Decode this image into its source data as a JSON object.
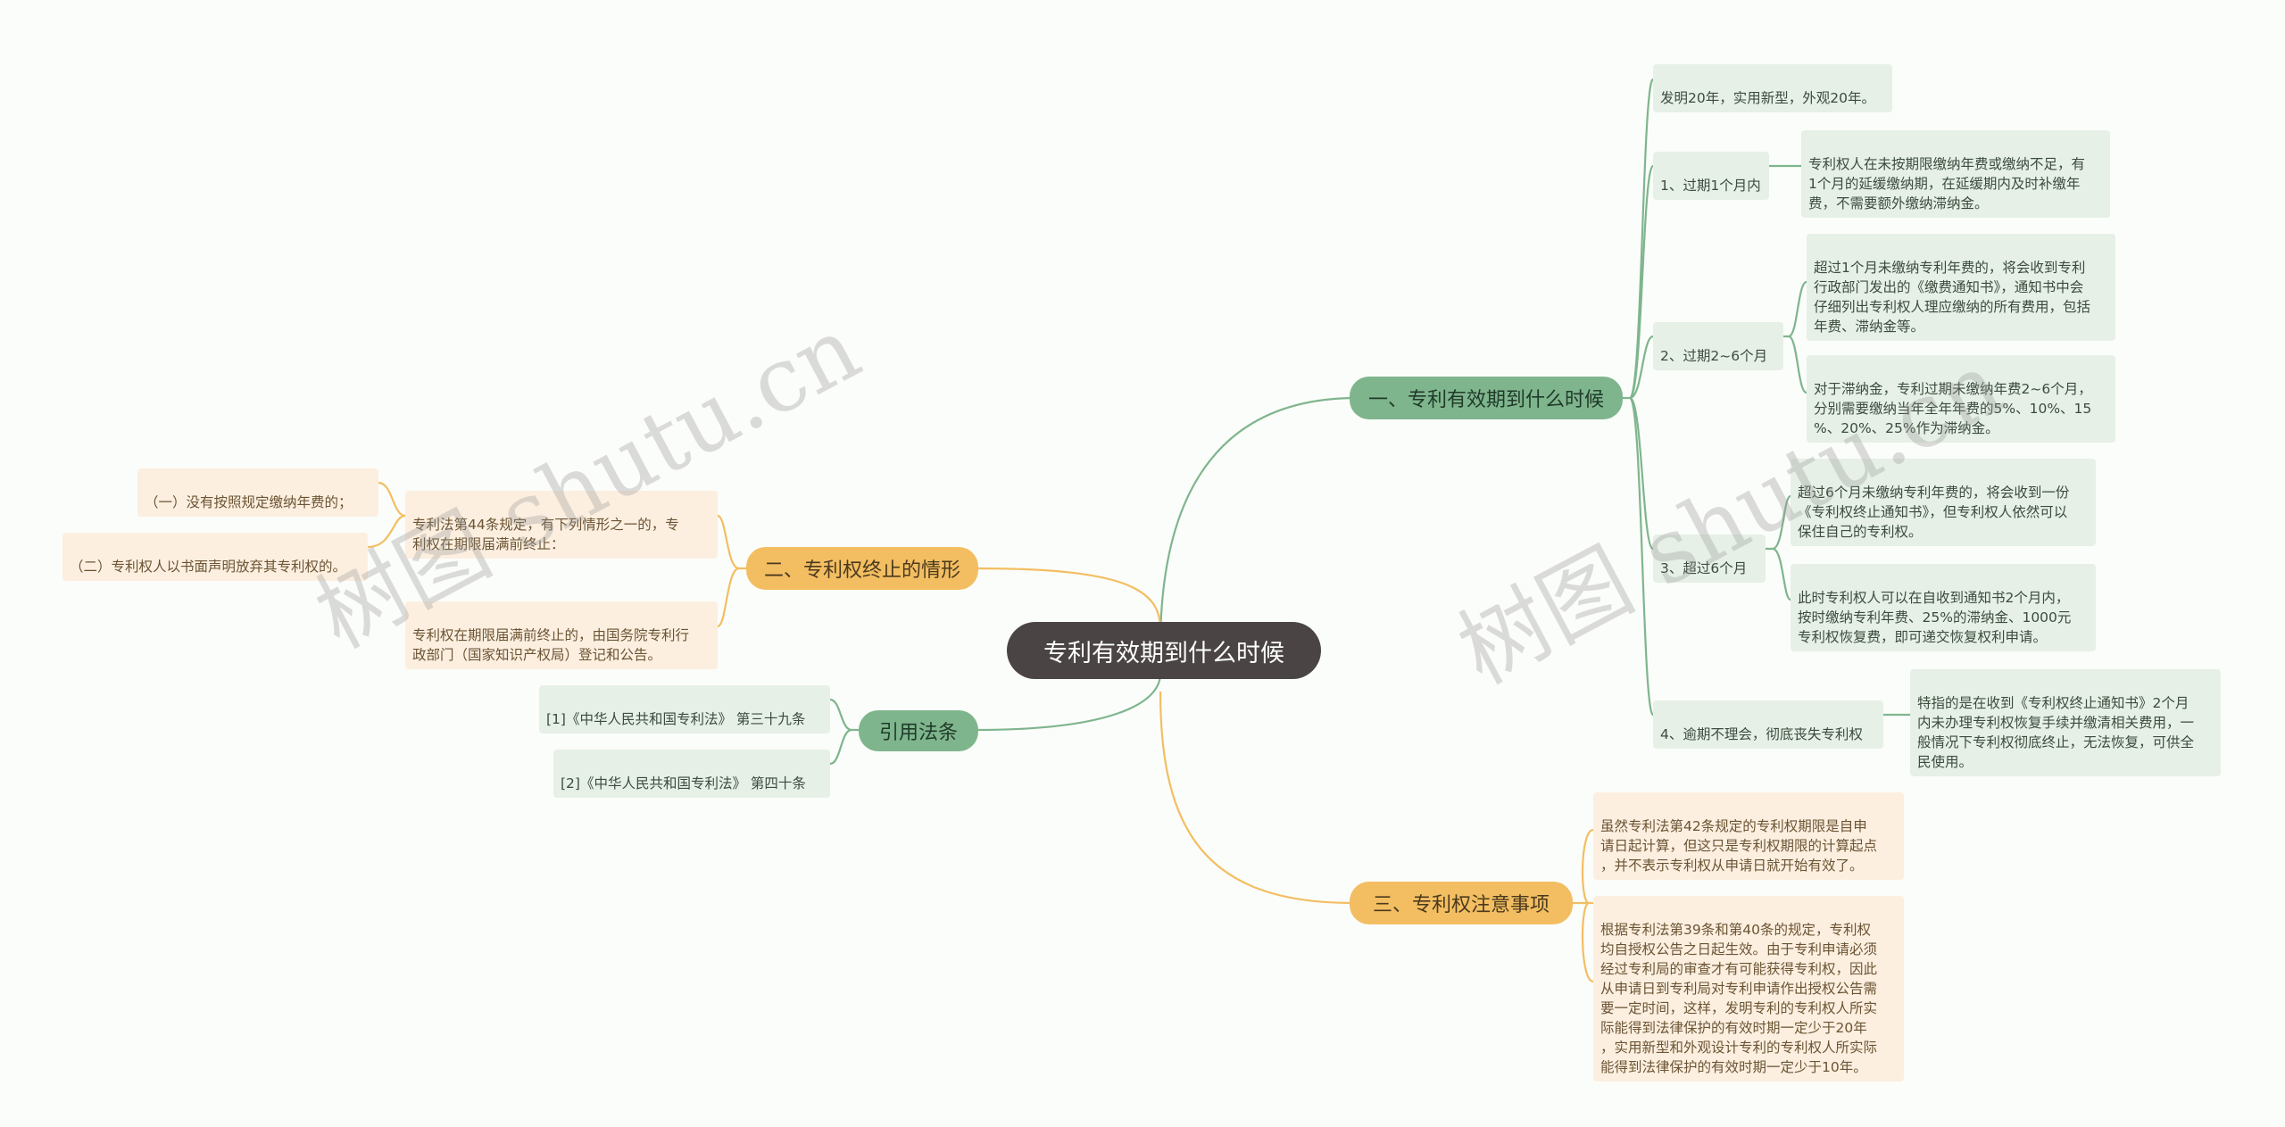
{
  "root": {
    "label": "专利有效期到什么时候"
  },
  "branches": {
    "b1": {
      "label": "一、专利有效期到什么时候",
      "top": "发明20年，实用新型，外观20年。",
      "s1": {
        "label": "1、过期1个月内",
        "text": "专利权人在未按期限缴纳年费或缴纳不足，有\n1个月的延缓缴纳期，在延缓期内及时补缴年\n费，不需要额外缴纳滞纳金。"
      },
      "s2": {
        "label": "2、过期2~6个月",
        "t1": "超过1个月未缴纳专利年费的，将会收到专利\n行政部门发出的《缴费通知书》，通知书中会\n仔细列出专利权人理应缴纳的所有费用，包括\n年费、滞纳金等。",
        "t2": "对于滞纳金，专利过期未缴纳年费2~6个月，\n分别需要缴纳当年全年年费的5%、10%、15\n%、20%、25%作为滞纳金。"
      },
      "s3": {
        "label": "3、超过6个月",
        "t1": "超过6个月未缴纳专利年费的，将会收到一份\n《专利权终止通知书》，但专利权人依然可以\n保住自己的专利权。",
        "t2": "此时专利权人可以在自收到通知书2个月内，\n按时缴纳专利年费、25%的滞纳金、1000元\n专利权恢复费，即可递交恢复权利申请。"
      },
      "s4": {
        "label": "4、逾期不理会，彻底丧失专利权",
        "text": "特指的是在收到《专利权终止通知书》2个月\n内未办理专利权恢复手续并缴清相关费用，一\n般情况下专利权彻底终止，无法恢复，可供全\n民使用。"
      }
    },
    "b2": {
      "label": "二、专利权终止的情形",
      "t1": "专利法第44条规定，有下列情形之一的，专\n利权在期限届满前终止：",
      "sub1": "（一）没有按照规定缴纳年费的；",
      "sub2": "（二）专利权人以书面声明放弃其专利权的。",
      "t2": "专利权在期限届满前终止的，由国务院专利行\n政部门（国家知识产权局）登记和公告。"
    },
    "b3": {
      "label": "引用法条",
      "ref1": "[1]《中华人民共和国专利法》 第三十九条",
      "ref2": "[2]《中华人民共和国专利法》 第四十条"
    },
    "b4": {
      "label": "三、专利权注意事项",
      "t1": "虽然专利法第42条规定的专利权期限是自申\n请日起计算，但这只是专利权期限的计算起点\n，并不表示专利权从申请日就开始有效了。",
      "t2": "根据专利法第39条和第40条的规定，专利权\n均自授权公告之日起生效。由于专利申请必须\n经过专利局的审查才有可能获得专利权，因此\n从申请日到专利局对专利申请作出授权公告需\n要一定时间，这样，发明专利的专利权人所实\n际能得到法律保护的有效时期一定少于20年\n，实用新型和外观设计专利的专利权人所实际\n能得到法律保护的有效时期一定少于10年。"
    }
  },
  "watermarks": [
    "树图 shutu.cn",
    "树图 shutu.cn"
  ],
  "colors": {
    "green": "#7fb58d",
    "orange": "#f3be62",
    "root": "#4a4544"
  }
}
